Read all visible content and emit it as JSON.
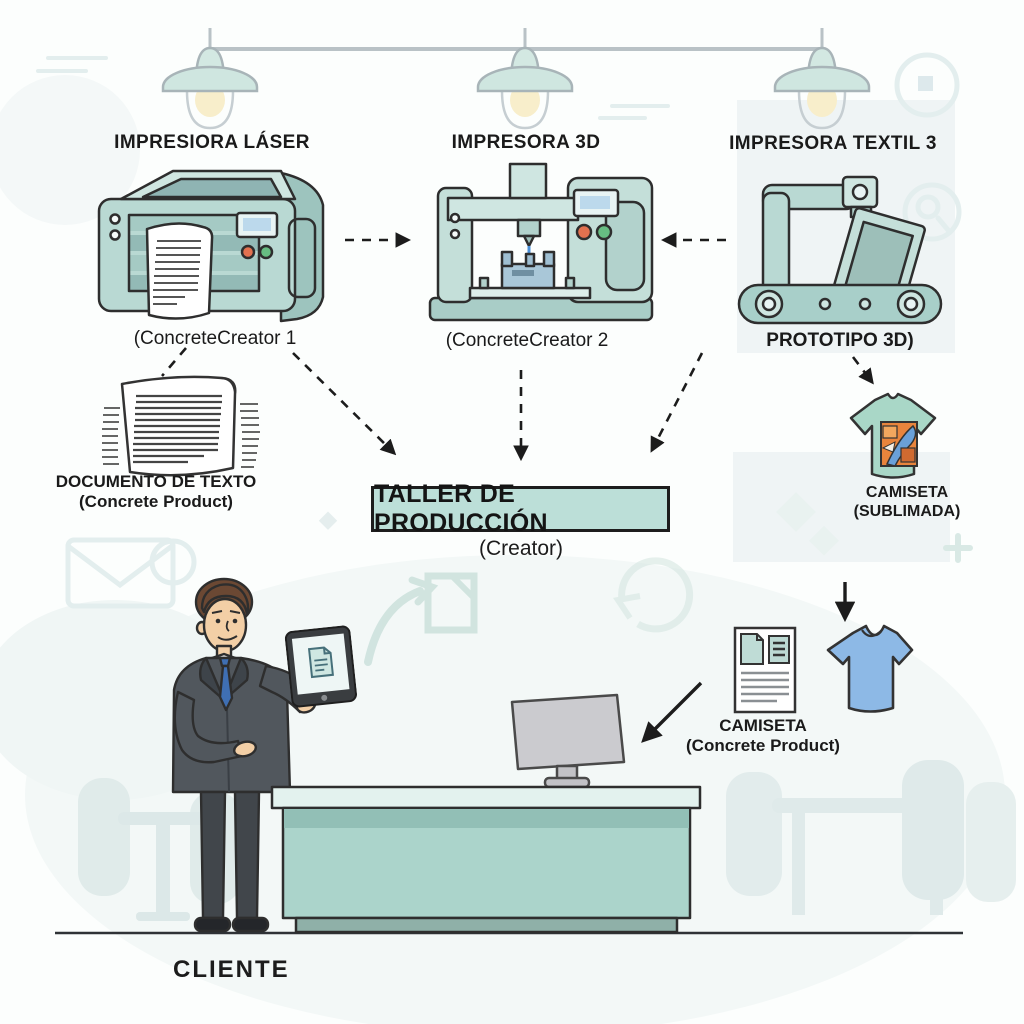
{
  "machines": [
    {
      "title": "IMPRESIORA LÁSER",
      "caption": "(ConcreteCreator 1"
    },
    {
      "title": "IMPRESORA 3D",
      "caption": "(ConcreteCreator 2"
    },
    {
      "title": "IMPRESORA TEXTIL 3",
      "caption": "PROTOTIPO 3D)"
    }
  ],
  "document_product": {
    "line1": "DOCUMENTO DE TEXTO",
    "line2": "(Concrete Product)"
  },
  "workshop": {
    "title": "TALLER DE PRODUCCIÓN",
    "subtitle": "(Creator)"
  },
  "shirt_sublimated": {
    "line1": "CAMISETA",
    "line2": "(SUBLIMADA)"
  },
  "shirt_product": {
    "line1": "CAMISETA",
    "line2": "(Concrete Product)"
  },
  "client_label": "CLIENTE",
  "icons": {
    "lamps": "pendant-lamp-icon",
    "laser_printer": "laser-printer-illustration",
    "printer_3d": "3d-printer-illustration",
    "textile_printer": "textile-printer-illustration",
    "document_stack": "document-stack-icon",
    "shirt_printed": "printed-tshirt-icon",
    "shirt_plain": "blue-tshirt-icon",
    "document_sheet": "document-icon",
    "tablet": "tablet-icon",
    "person": "salesman-illustration",
    "counter": "counter-desk-illustration",
    "monitor": "monitor-icon"
  },
  "colors": {
    "machine_teal": "#b9d9d3",
    "machine_teal_dark": "#8fb4b0",
    "outline": "#2e2e2e",
    "workshop_box_bg": "#bcdfd8",
    "desk_front": "#abd4cb",
    "desk_top": "#e3f2ee",
    "shirt_blue": "#8db9e6",
    "shirt_teal": "#a9d7c7",
    "tie_blue": "#3f6fb3",
    "button_red": "#e2714f",
    "button_green": "#67bd82",
    "filament_blue": "#4a90d9",
    "lamp_glow": "#f8eecb",
    "lamp_shade": "#cfe6e0"
  }
}
